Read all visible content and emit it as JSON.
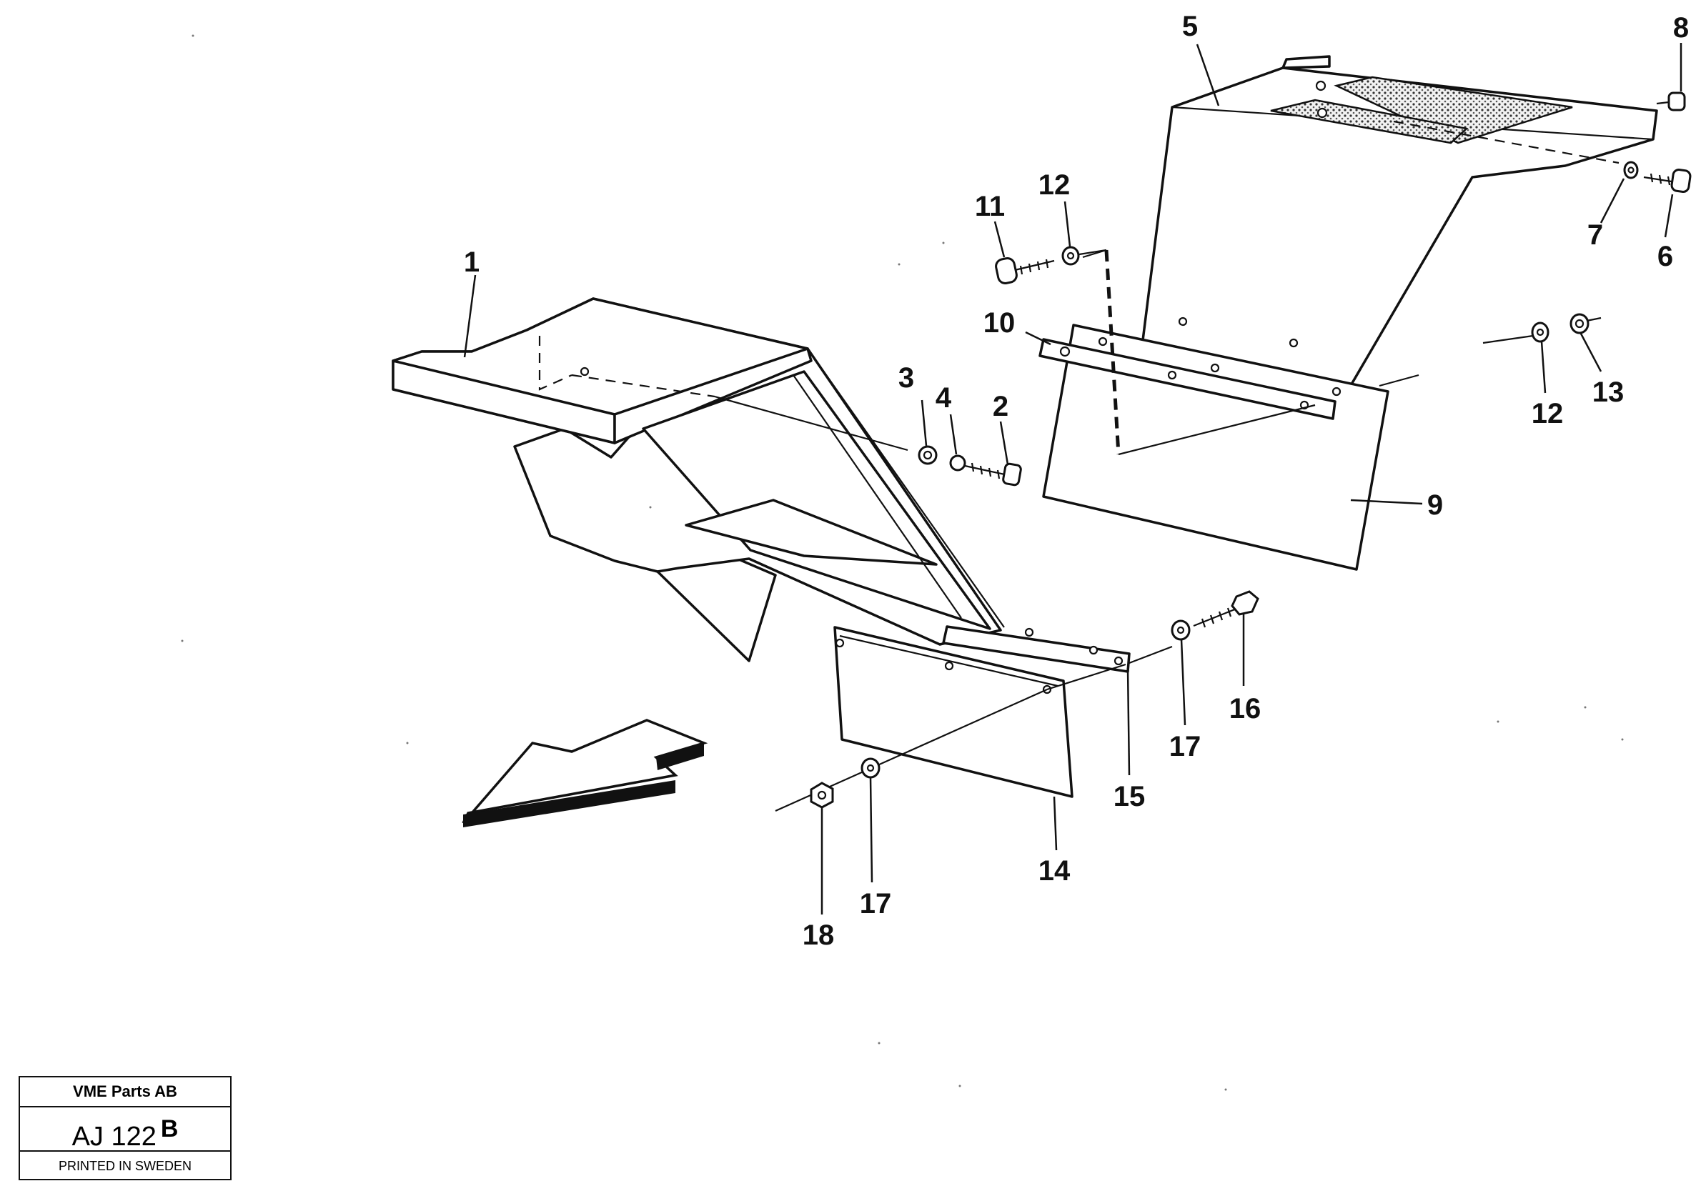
{
  "labels": {
    "p1": "1",
    "p2": "2",
    "p3": "3",
    "p4": "4",
    "p5": "5",
    "p6": "6",
    "p7": "7",
    "p8": "8",
    "p9": "9",
    "p10": "10",
    "p11": "11",
    "p12a": "12",
    "p12b": "12",
    "p13": "13",
    "p14": "14",
    "p15": "15",
    "p16": "16",
    "p17a": "17",
    "p17b": "17",
    "p18": "18"
  },
  "title_block": {
    "company": "VME Parts AB",
    "code": "AJ 122",
    "revision": "B",
    "footer": "PRINTED IN SWEDEN"
  }
}
